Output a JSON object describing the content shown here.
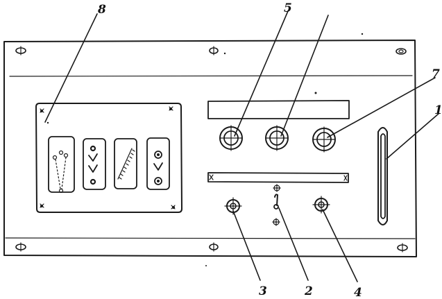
{
  "callouts": [
    {
      "id": "1",
      "label": "1"
    },
    {
      "id": "2",
      "label": "2"
    },
    {
      "id": "3",
      "label": "3"
    },
    {
      "id": "4",
      "label": "4"
    },
    {
      "id": "5",
      "label": "5"
    },
    {
      "id": "7",
      "label": "7"
    },
    {
      "id": "8",
      "label": "8"
    }
  ]
}
